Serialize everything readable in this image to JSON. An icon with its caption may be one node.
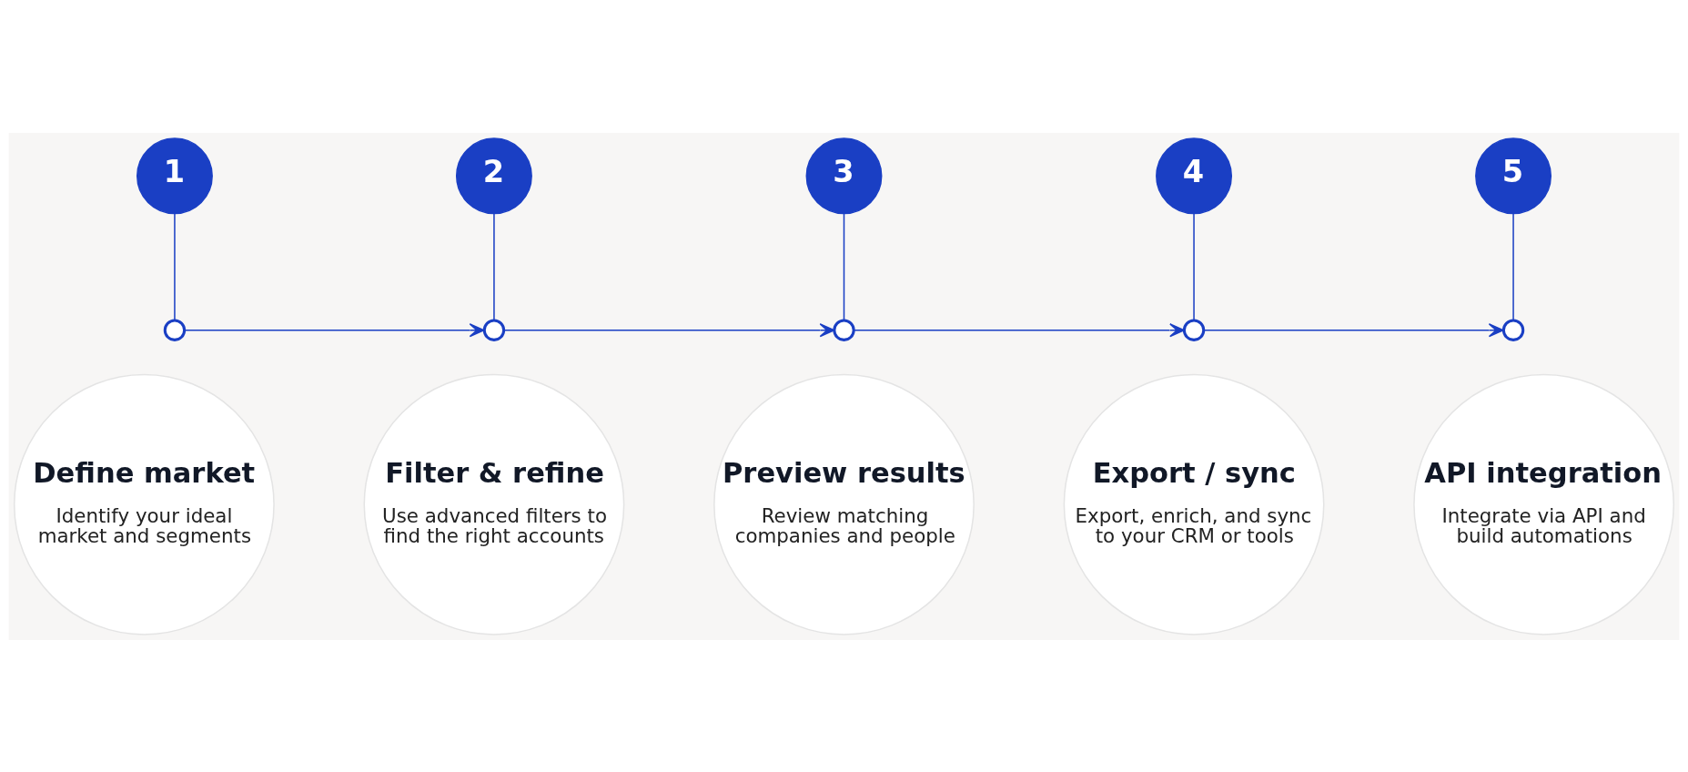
{
  "diagram": {
    "nodes": [
      {
        "text": [
          "1"
        ]
      },
      {
        "text": [],
        "shape": "circle"
      },
      {
        "text": [
          "Define market",
          "Identify your ideal market and segments"
        ]
      },
      {
        "text": [
          "2"
        ]
      },
      {
        "text": [],
        "shape": "circle"
      },
      {
        "text": [
          "Filter & refine",
          "Use advanced filters to find the right accounts"
        ]
      },
      {
        "text": [
          "3"
        ]
      },
      {
        "text": [],
        "shape": "circle"
      },
      {
        "text": [
          "Preview results",
          "Review matching companies and people"
        ]
      },
      {
        "text": [
          "4"
        ]
      },
      {
        "text": [],
        "shape": "circle"
      },
      {
        "text": [
          "Export / sync",
          "Export, enrich, and sync to your CRM or tools"
        ]
      },
      {
        "text": [
          "5"
        ]
      },
      {
        "text": [],
        "shape": "circle"
      },
      {
        "text": [
          "API integration",
          "Integrate via API and build automations"
        ]
      }
    ],
    "edges": [
      {
        "from": 0,
        "to": 1,
        "arrow": "none"
      },
      {
        "from": 3,
        "to": 4,
        "arrow": "none"
      },
      {
        "from": 6,
        "to": 7,
        "arrow": "none"
      },
      {
        "from": 9,
        "to": 10,
        "arrow": "none"
      },
      {
        "from": 12,
        "to": 13,
        "arrow": "none"
      },
      {
        "from": 1,
        "to": 4,
        "arrow": "to"
      },
      {
        "from": 4,
        "to": 7,
        "arrow": "to"
      },
      {
        "from": 7,
        "to": 10,
        "arrow": "to"
      },
      {
        "from": 10,
        "to": 13,
        "arrow": "to"
      }
    ]
  }
}
